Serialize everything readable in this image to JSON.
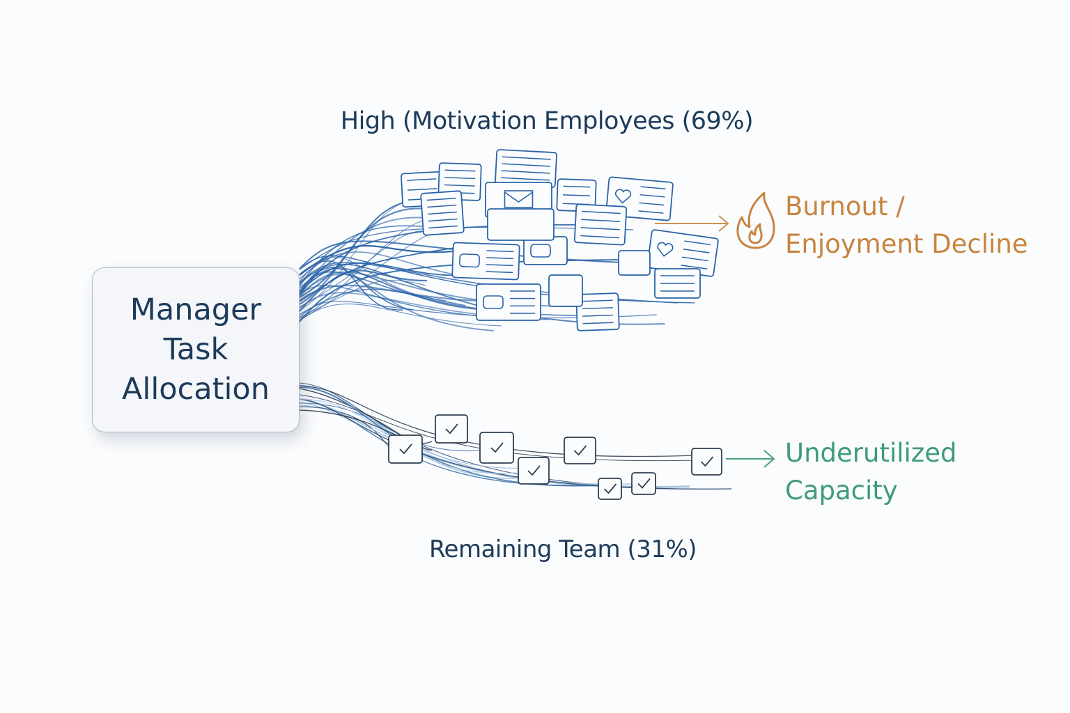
{
  "title": "High (Motivation Employees (69%)",
  "manager_box": {
    "lines": [
      "Manager",
      "Task",
      "Allocation"
    ]
  },
  "outcomes": {
    "burnout": {
      "lines": [
        "Burnout /",
        "Enjoyment Decline"
      ],
      "color": "#c8843f",
      "icon": "flame-icon"
    },
    "underutilized": {
      "lines": [
        "Underutilized",
        "Capacity"
      ],
      "color": "#3f9a7c",
      "icon": "arrow-right-icon"
    }
  },
  "bottom_label": "Remaining Team (31%)",
  "colors": {
    "text": "#1d3a5a",
    "task_lines": "#2a63a8",
    "checkbox": "#2e3e52"
  }
}
